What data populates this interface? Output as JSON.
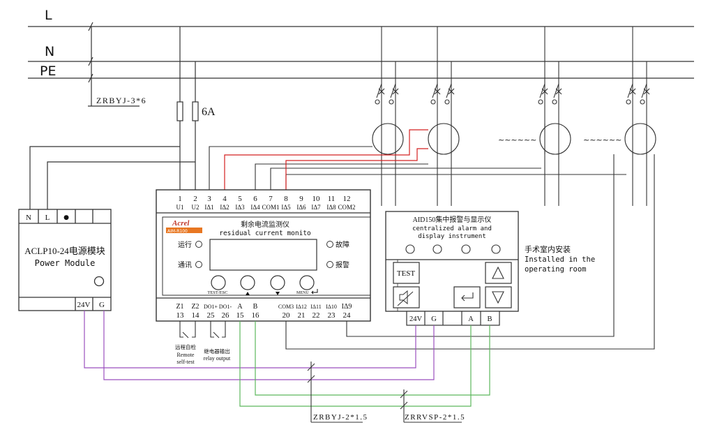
{
  "bus": {
    "l_label": "L",
    "n_label": "N",
    "pe_label": "PE",
    "bus_cable": "ZRBYJ-3*6"
  },
  "fuse": {
    "rating": "6A"
  },
  "power_module": {
    "top_terminals": [
      "N",
      "L",
      "●",
      "",
      ""
    ],
    "title_cn": "ACLP10-24电源模块",
    "title_en": "Power Module",
    "bottom_terminals": [
      "24V",
      "G"
    ]
  },
  "monitor": {
    "top_numbers": [
      "1",
      "2",
      "3",
      "4",
      "5",
      "6",
      "7",
      "8",
      "9",
      "10",
      "11",
      "12"
    ],
    "top_labels": [
      "U1",
      "U2",
      "IΔ1",
      "IΔ2",
      "IΔ3",
      "IΔ4",
      "COM1",
      "IΔ5",
      "IΔ6",
      "IΔ7",
      "IΔ8",
      "COM2"
    ],
    "brand": "Acrel",
    "model": "AIM-R100",
    "title_cn": "剩余电流监测仪",
    "title_en": "residual current monito",
    "run_label": "运行",
    "comm_label": "通讯",
    "fault_label": "故障",
    "alarm_label": "报警",
    "test_label": "TEST/ESC",
    "menu_label": "MENU",
    "bottom_labels": [
      "Z1",
      "Z2",
      "DO1+",
      "DO1-",
      "A",
      "B",
      "COM3",
      "IΔ12",
      "IΔ11",
      "IΔ10",
      "IΔ9"
    ],
    "bottom_numbers": [
      "13",
      "14",
      "25",
      "26",
      "15",
      "16",
      "20",
      "21",
      "22",
      "23",
      "24"
    ],
    "remote_cn": "远程自检",
    "remote_en1": "Remote",
    "remote_en2": "self-test",
    "relay_cn": "继电器输出",
    "relay_en": "relay output"
  },
  "alarm_display": {
    "title_cn": "AID150集中报警与显示仪",
    "title_en1": "centralized alarm and",
    "title_en2": "display instrument",
    "test_label": "TEST",
    "terminals": [
      "24V",
      "G",
      "",
      "A",
      "B"
    ],
    "note_cn": "手术室内安装",
    "note_en1": "Installed in the",
    "note_en2": "operating room"
  },
  "branch_gap_marks": [
    "~~~~~~",
    "~~~~~~"
  ],
  "cables": {
    "power_cable": "ZRBYJ-2*1.5",
    "comm_cable": "ZRRVSP-2*1.5"
  },
  "colors": {
    "line": "#333333",
    "red_wire": "#d42020",
    "purple_wire": "#9b4fbf",
    "green_wire": "#5cb85c",
    "brand_orange": "#e87722"
  }
}
